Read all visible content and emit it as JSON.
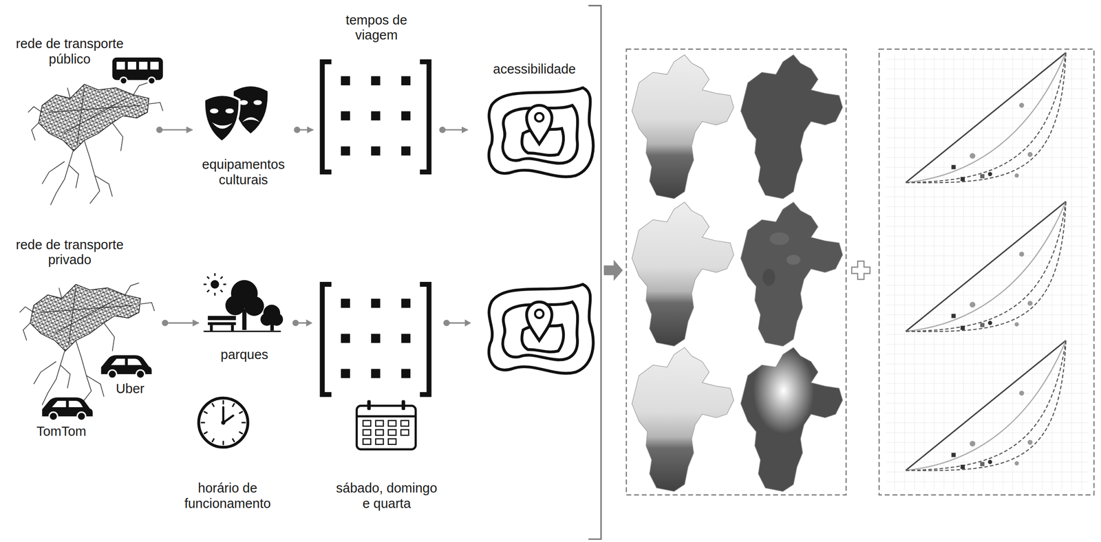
{
  "diagram": {
    "nodes": [
      {
        "text": [
          "rede de transporte público"
        ]
      },
      {
        "text": [
          "equipamentos culturais"
        ]
      },
      {
        "text": [
          "tempos de viagem"
        ]
      },
      {
        "text": [
          "acessibilidade"
        ]
      },
      {
        "text": [
          "rede de transporte privado"
        ]
      },
      {
        "text": [
          "parques"
        ]
      },
      {
        "text": [
          "horário de funcionamento"
        ]
      },
      {
        "text": [
          "sábado, domingo e quarta"
        ]
      }
    ],
    "edges": [
      {
        "from": 0,
        "to": 1,
        "arrow": "to"
      },
      {
        "from": 1,
        "to": 2,
        "arrow": "to"
      },
      {
        "from": 2,
        "to": 3,
        "arrow": "to"
      },
      {
        "from": 4,
        "to": 5,
        "arrow": "to"
      }
    ],
    "labels": [
      "Uber",
      "TomTom"
    ]
  }
}
